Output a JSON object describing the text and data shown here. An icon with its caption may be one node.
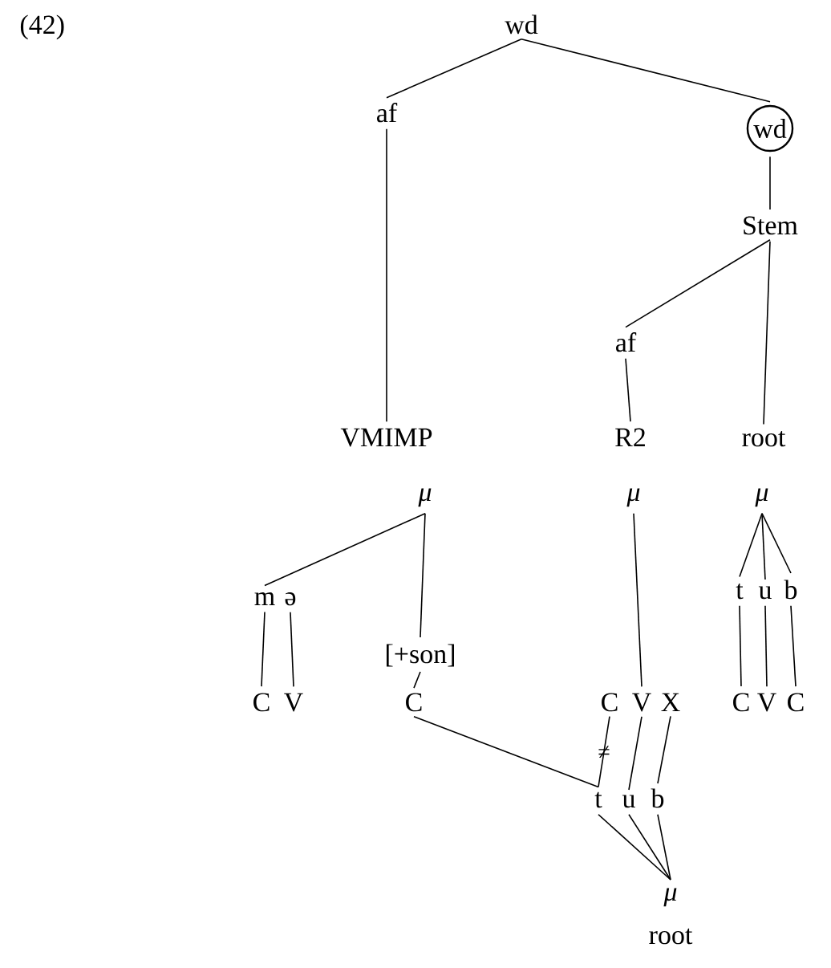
{
  "diagram": {
    "nodes": [
      {
        "text": [
          "wd"
        ]
      },
      {
        "text": [
          "af"
        ]
      },
      {
        "text": [
          "wd"
        ]
      },
      {
        "text": [
          "Stem"
        ]
      },
      {
        "text": [
          "af"
        ]
      },
      {
        "text": [
          "VMIMP"
        ]
      },
      {
        "text": [
          "R2"
        ]
      },
      {
        "text": [
          "root"
        ]
      },
      {
        "text": [
          "μ"
        ]
      },
      {
        "text": [
          "μ"
        ]
      },
      {
        "text": [
          "μ"
        ]
      },
      {
        "text": [
          "m"
        ]
      },
      {
        "text": [
          "ə"
        ]
      },
      {
        "text": [
          "[+son]"
        ]
      },
      {
        "text": [
          "t"
        ]
      },
      {
        "text": [
          "u"
        ]
      },
      {
        "text": [
          "b"
        ]
      },
      {
        "text": [
          "C"
        ]
      },
      {
        "text": [
          "V"
        ]
      },
      {
        "text": [
          "C"
        ]
      },
      {
        "text": [
          "C"
        ]
      },
      {
        "text": [
          "V"
        ]
      },
      {
        "text": [
          "X"
        ]
      },
      {
        "text": [
          "C"
        ]
      },
      {
        "text": [
          "V"
        ]
      },
      {
        "text": [
          "C"
        ]
      },
      {
        "text": [
          "t"
        ]
      },
      {
        "text": [
          "u"
        ]
      },
      {
        "text": [
          "b"
        ]
      },
      {
        "text": [
          "μ"
        ],
        "beside": [
          "root"
        ]
      }
    ],
    "edges": [
      {
        "from": 0,
        "to": 1,
        "arrow": "none"
      },
      {
        "from": 0,
        "to": 2,
        "arrow": "none"
      },
      {
        "from": 2,
        "to": 3,
        "arrow": "none"
      },
      {
        "from": 3,
        "to": 4,
        "arrow": "none"
      },
      {
        "from": 3,
        "to": 7,
        "arrow": "none"
      },
      {
        "from": 1,
        "to": 5,
        "arrow": "none"
      },
      {
        "from": 4,
        "to": 6,
        "arrow": "none"
      },
      {
        "from": 8,
        "to": 11,
        "arrow": "none"
      },
      {
        "from": 8,
        "to": 13,
        "arrow": "none"
      },
      {
        "from": 9,
        "to": 21,
        "arrow": "none"
      },
      {
        "from": 10,
        "to": 14,
        "arrow": "none"
      },
      {
        "from": 10,
        "to": 15,
        "arrow": "none"
      },
      {
        "from": 10,
        "to": 16,
        "arrow": "none"
      },
      {
        "from": 11,
        "to": 17,
        "arrow": "none"
      },
      {
        "from": 12,
        "to": 18,
        "arrow": "none"
      },
      {
        "from": 13,
        "to": 19,
        "arrow": "none"
      },
      {
        "from": 14,
        "to": 23,
        "arrow": "none"
      },
      {
        "from": 15,
        "to": 24,
        "arrow": "none"
      },
      {
        "from": 16,
        "to": 25,
        "arrow": "none"
      },
      {
        "from": 19,
        "to": 26,
        "arrow": "none"
      },
      {
        "from": 20,
        "to": 26,
        "arrow": "none",
        "label": "≠"
      },
      {
        "from": 21,
        "to": 27,
        "arrow": "none"
      },
      {
        "from": 22,
        "to": 28,
        "arrow": "none"
      },
      {
        "from": 26,
        "to": 29,
        "arrow": "none"
      },
      {
        "from": 27,
        "to": 29,
        "arrow": "none"
      },
      {
        "from": 28,
        "to": 29,
        "arrow": "none"
      }
    ],
    "labels": [
      "(42)"
    ]
  }
}
